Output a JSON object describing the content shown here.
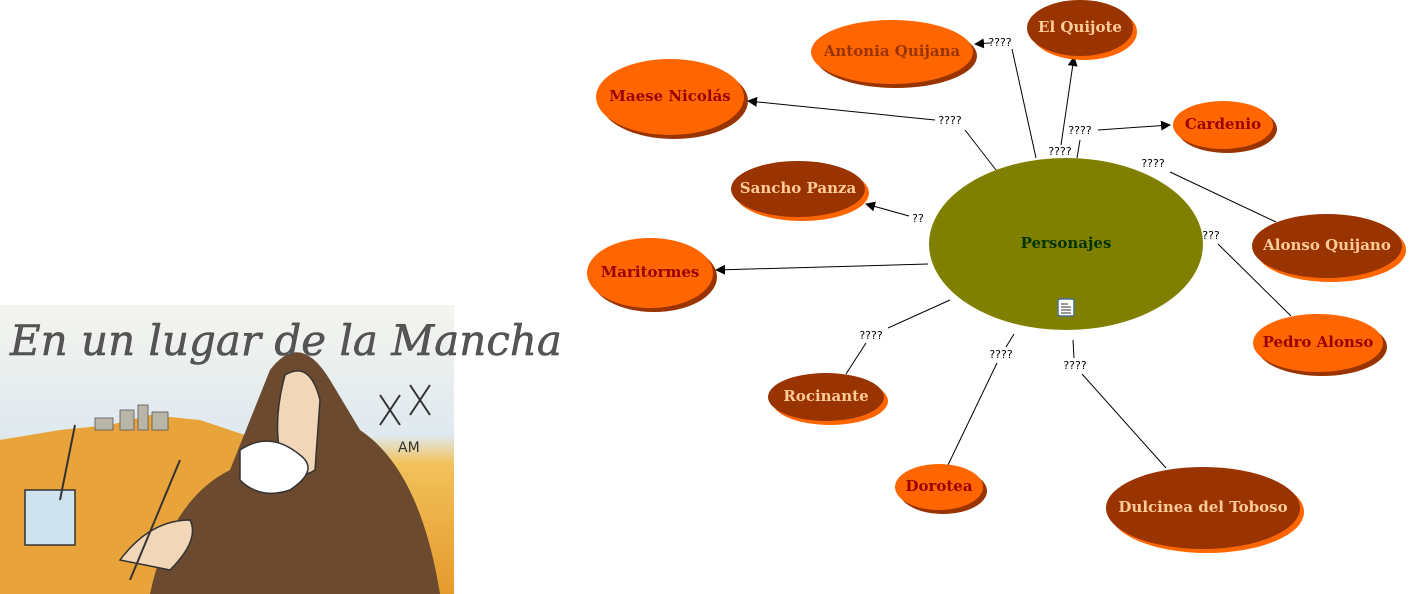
{
  "illustration": {
    "caption": "En un lugar de la Mancha",
    "signature": "AM"
  },
  "colors": {
    "orange": "#ff6600",
    "brown": "#993300",
    "olive": "#808000",
    "center_text": "#003300",
    "dark_red_text": "#990000",
    "light_text": "#ffcc99"
  },
  "center": {
    "label": "Personajes",
    "icon": "document-icon"
  },
  "nodes": {
    "antonia": "Antonia Quijana",
    "quijote": "El Quijote",
    "maese": "Maese Nicolás",
    "cardenio": "Cardenio",
    "sancho": "Sancho Panza",
    "alonso": "Alonso Quijano",
    "maritormes": "Maritormes",
    "pedro": "Pedro Alonso",
    "rocinante": "Rocinante",
    "dorotea": "Dorotea",
    "dulcinea": "Dulcinea del Toboso"
  },
  "link_labels": {
    "antonia": "????",
    "maese": "????",
    "cardenio": "????",
    "quijote": "????",
    "alonso": "????",
    "sancho": "??",
    "pedro": "???",
    "rocinante": "????",
    "dorotea": "????",
    "dulcinea": "????"
  }
}
